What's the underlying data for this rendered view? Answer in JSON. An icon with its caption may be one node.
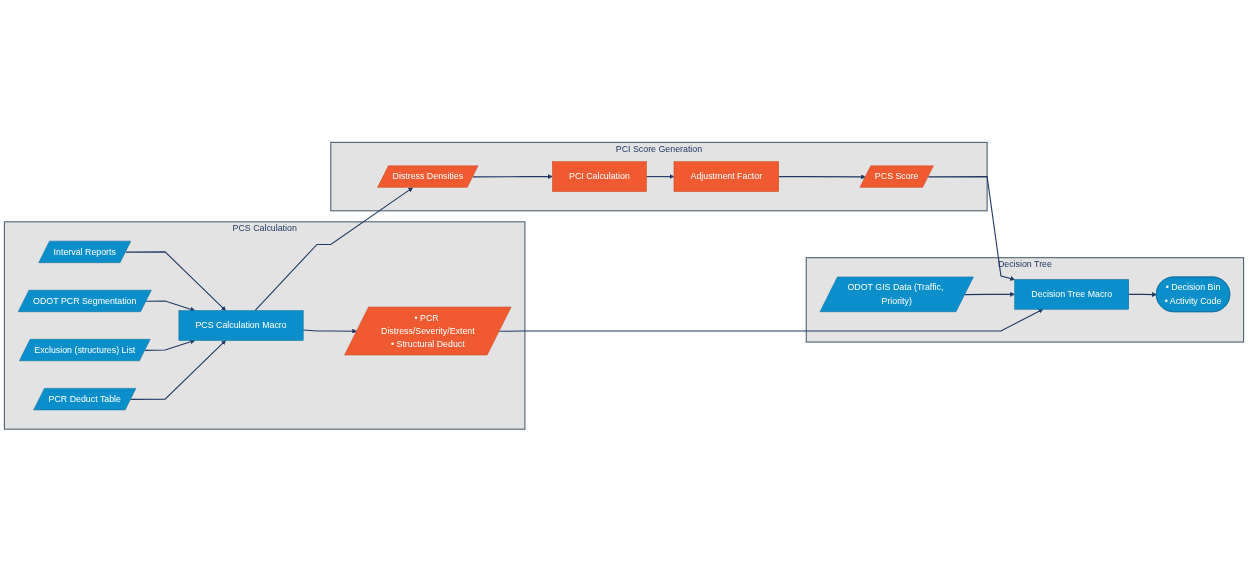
{
  "diagram": {
    "nodes": [
      {
        "text": [
          "PCS Calculation"
        ]
      },
      {
        "text": [
          "Interval Reports"
        ],
        "in": 0
      },
      {
        "text": [
          "ODOT PCR Segmentation"
        ],
        "in": 0
      },
      {
        "text": [
          "Exclusion (structures) List"
        ],
        "in": 0
      },
      {
        "text": [
          "PCR Deduct Table"
        ],
        "in": 0
      },
      {
        "text": [
          "PCS Calculation Macro"
        ],
        "in": 0
      },
      {
        "text": [
          "• PCR Distress/Severity/Extent",
          "• Structural Deduct"
        ],
        "in": 0
      },
      {
        "text": [
          "PCI Score Generation"
        ]
      },
      {
        "text": [
          "Distress Densities"
        ],
        "in": 7
      },
      {
        "text": [
          "PCI Calculation"
        ],
        "in": 7
      },
      {
        "text": [
          "Adjustment Factor"
        ],
        "in": 7
      },
      {
        "text": [
          "PCS Score"
        ],
        "in": 7
      },
      {
        "text": [
          "Decision Tree"
        ]
      },
      {
        "text": [
          "ODOT GIS Data (Traffic, Priority)"
        ],
        "in": 12
      },
      {
        "text": [
          "Decision Tree Macro"
        ],
        "in": 12
      },
      {
        "text": [
          "• Decision Bin",
          "• Activity Code"
        ],
        "in": 12
      }
    ],
    "edges": [
      {
        "from": 1,
        "to": 5,
        "arrow": "to"
      },
      {
        "from": 2,
        "to": 5,
        "arrow": "to"
      },
      {
        "from": 3,
        "to": 5,
        "arrow": "to"
      },
      {
        "from": 4,
        "to": 5,
        "arrow": "to"
      },
      {
        "from": 5,
        "to": 6,
        "arrow": "to"
      },
      {
        "from": 5,
        "to": 8,
        "arrow": "to"
      },
      {
        "from": 6,
        "to": 14,
        "arrow": "to"
      },
      {
        "from": 11,
        "to": 14,
        "arrow": "to"
      },
      {
        "from": 8,
        "to": 9,
        "arrow": "to"
      },
      {
        "from": 9,
        "to": 10,
        "arrow": "to"
      },
      {
        "from": 10,
        "to": 11,
        "arrow": "to"
      },
      {
        "from": 13,
        "to": 14,
        "arrow": "to"
      },
      {
        "from": 14,
        "to": 15,
        "arrow": "to"
      }
    ]
  }
}
